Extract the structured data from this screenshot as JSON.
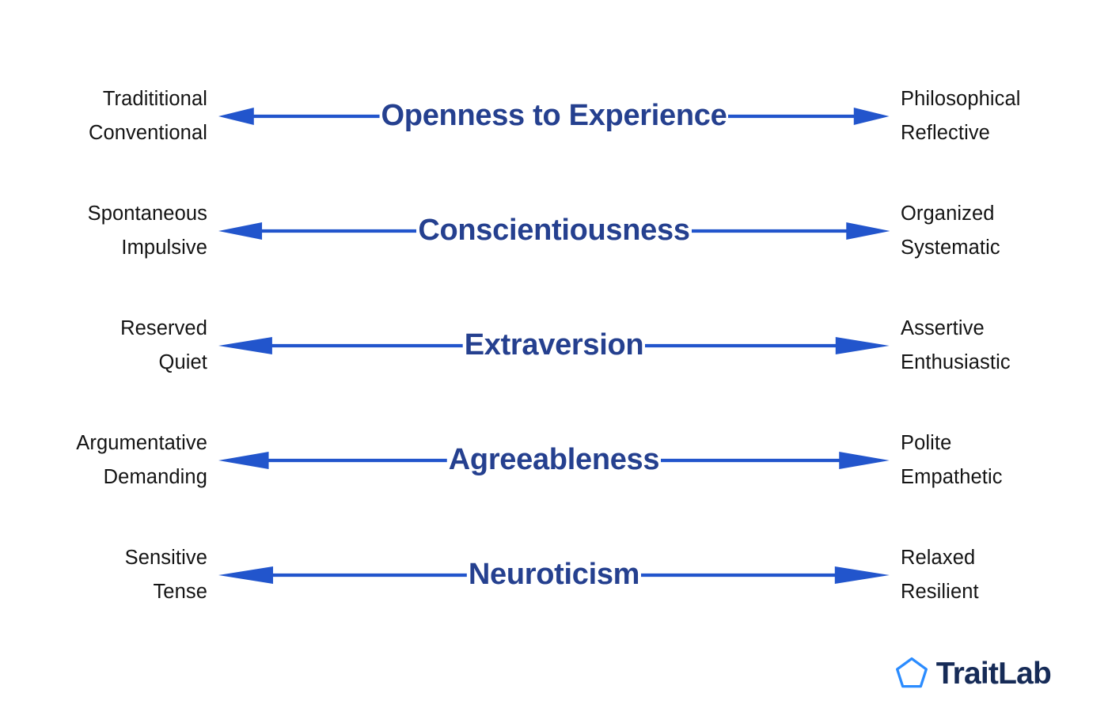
{
  "theme": {
    "background": "#ffffff",
    "arrow_color": "#2255CC",
    "trait_name_color": "#25408F",
    "pole_label_color": "#141414",
    "logo_mark_color": "#2B8CFF",
    "logo_word_color": "#162B57"
  },
  "traits": [
    {
      "name": "Openness to Experience",
      "low_pole": {
        "line1": "Tradititional",
        "line2": "Conventional"
      },
      "high_pole": {
        "line1": "Philosophical",
        "line2": "Reflective"
      }
    },
    {
      "name": "Conscientiousness",
      "low_pole": {
        "line1": "Spontaneous",
        "line2": "Impulsive"
      },
      "high_pole": {
        "line1": "Organized",
        "line2": "Systematic"
      }
    },
    {
      "name": "Extraversion",
      "low_pole": {
        "line1": "Reserved",
        "line2": "Quiet"
      },
      "high_pole": {
        "line1": "Assertive",
        "line2": "Enthusiastic"
      }
    },
    {
      "name": "Agreeableness",
      "low_pole": {
        "line1": "Argumentative",
        "line2": "Demanding"
      },
      "high_pole": {
        "line1": "Polite",
        "line2": "Empathetic"
      }
    },
    {
      "name": "Neuroticism",
      "low_pole": {
        "line1": "Sensitive",
        "line2": "Tense"
      },
      "high_pole": {
        "line1": "Relaxed",
        "line2": "Resilient"
      }
    }
  ],
  "logo": {
    "wordmark": "TraitLab",
    "mark_name": "pentagon-icon"
  }
}
